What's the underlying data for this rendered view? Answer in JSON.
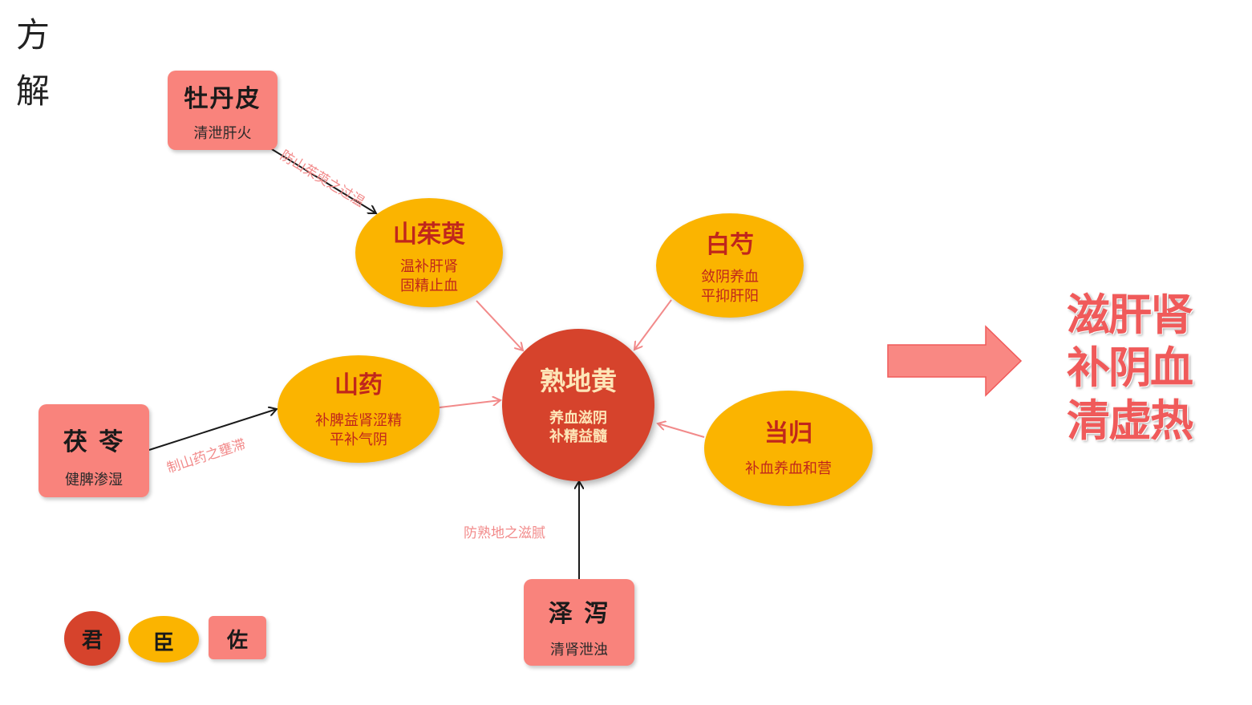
{
  "title": {
    "line1": "方",
    "line2": "解"
  },
  "center": {
    "name": "熟地黄",
    "desc": "养血滋阴\n补精益髓"
  },
  "chen": [
    {
      "id": "shanzhuyu",
      "name": "山茱萸",
      "desc": "温补肝肾\n固精止血"
    },
    {
      "id": "baishao",
      "name": "白芍",
      "desc": "敛阴养血\n平抑肝阳"
    },
    {
      "id": "shanyao",
      "name": "山药",
      "desc": "补脾益肾涩精\n平补气阴"
    },
    {
      "id": "danggui",
      "name": "当归",
      "desc": "补血养血和营"
    }
  ],
  "zuo": [
    {
      "id": "mudanpi",
      "name": "牡丹皮",
      "desc": "清泄肝火"
    },
    {
      "id": "fuling",
      "name": "茯 苓",
      "desc": "健脾渗湿"
    },
    {
      "id": "zexie",
      "name": "泽 泻",
      "desc": "清肾泄浊"
    }
  ],
  "notes": {
    "mudanpi": "防山茱萸之过温",
    "fuling": "制山药之壅滞",
    "zexie": "防熟地之滋腻"
  },
  "effect": "滋肝肾\n补阴血\n清虚热",
  "legend": {
    "jun": "君",
    "chen": "臣",
    "zuo": "佐"
  },
  "colors": {
    "jun": "#d6432c",
    "chen": "#fbb400",
    "zuo": "#f9837c",
    "support_arrow": "#f28a8a",
    "assist_arrow": "#1a1a1a",
    "effect_text": "#f05a5a"
  }
}
